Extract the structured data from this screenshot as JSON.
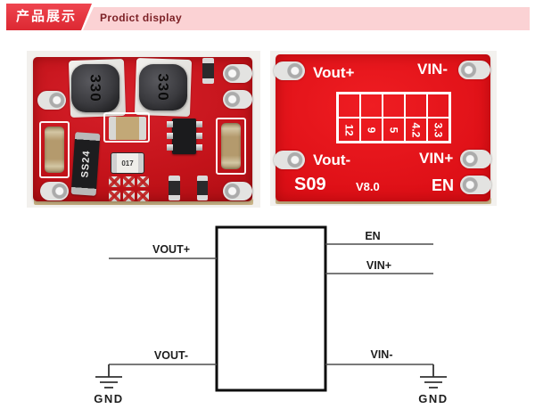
{
  "header": {
    "title_cn": "产品展示",
    "subtitle": "Prodict display",
    "banner_color": "#e4343f",
    "bar_color": "#fbd2d4",
    "subtitle_color": "#7c2126"
  },
  "front_board": {
    "inductor_labels": [
      "330",
      "330"
    ],
    "diode_label": "SS24",
    "resistor_label": "017",
    "pcb_color": "#c21219"
  },
  "back_board": {
    "pin_labels": {
      "vout_plus": "Vout+",
      "vin_minus": "VIN-",
      "vout_minus": "Vout-",
      "vin_plus": "VIN+",
      "en": "EN"
    },
    "model": "S09",
    "version": "V8.0",
    "voltage_options": [
      "12",
      "9",
      "5",
      "4.2",
      "3.3"
    ],
    "pcb_color": "#dd0f16"
  },
  "diagram": {
    "labels": {
      "vout_plus": "VOUT+",
      "vout_minus": "VOUT-",
      "en": "EN",
      "vin_plus": "VIN+",
      "vin_minus": "VIN-"
    },
    "gnd": "GND"
  }
}
